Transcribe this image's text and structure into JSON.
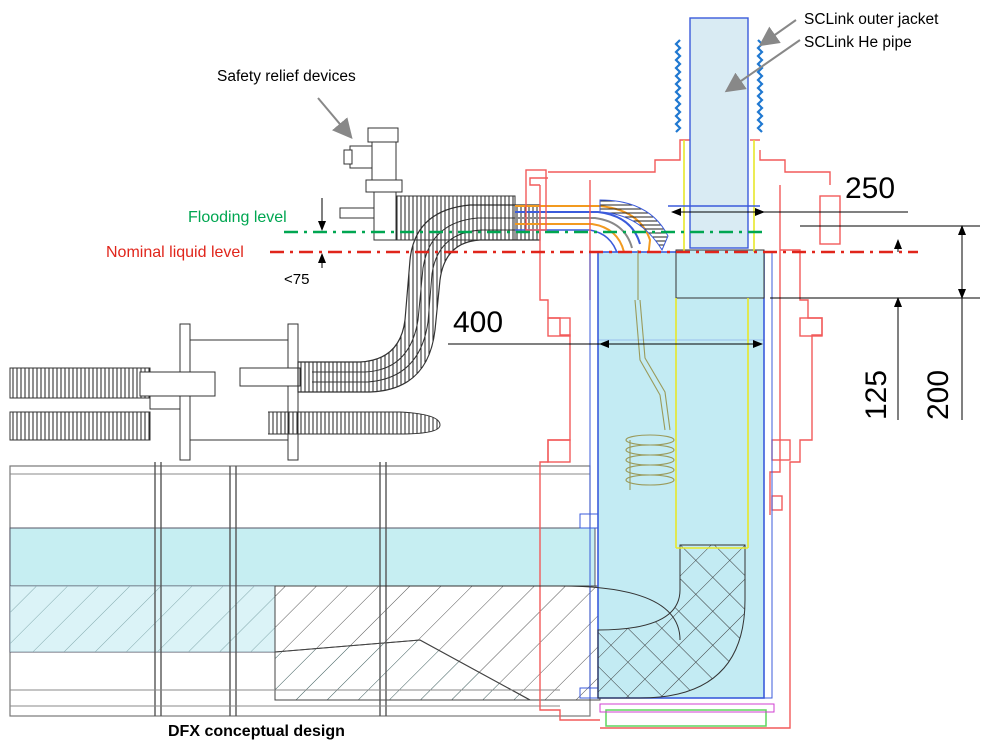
{
  "labels": {
    "jacket": "SCLink outer jacket",
    "he_pipe": "SCLink He pipe",
    "safety": "Safety relief devices",
    "flooding": "Flooding level",
    "nominal": "Nominal liquid level",
    "lt75": "<75",
    "caption": "DFX conceptual design"
  },
  "dimensions": {
    "d250": "250",
    "d400": "400",
    "d125": "125",
    "d200": "200"
  },
  "colors": {
    "flooding": "#00a651",
    "nominal": "#e0251b",
    "vessel_red": "#f25a5a",
    "inner_blue": "#3b5bdb",
    "fill_cyan": "#bfeef2",
    "jacket_blue": "#1f78d1",
    "yellow": "#e8e82a"
  }
}
